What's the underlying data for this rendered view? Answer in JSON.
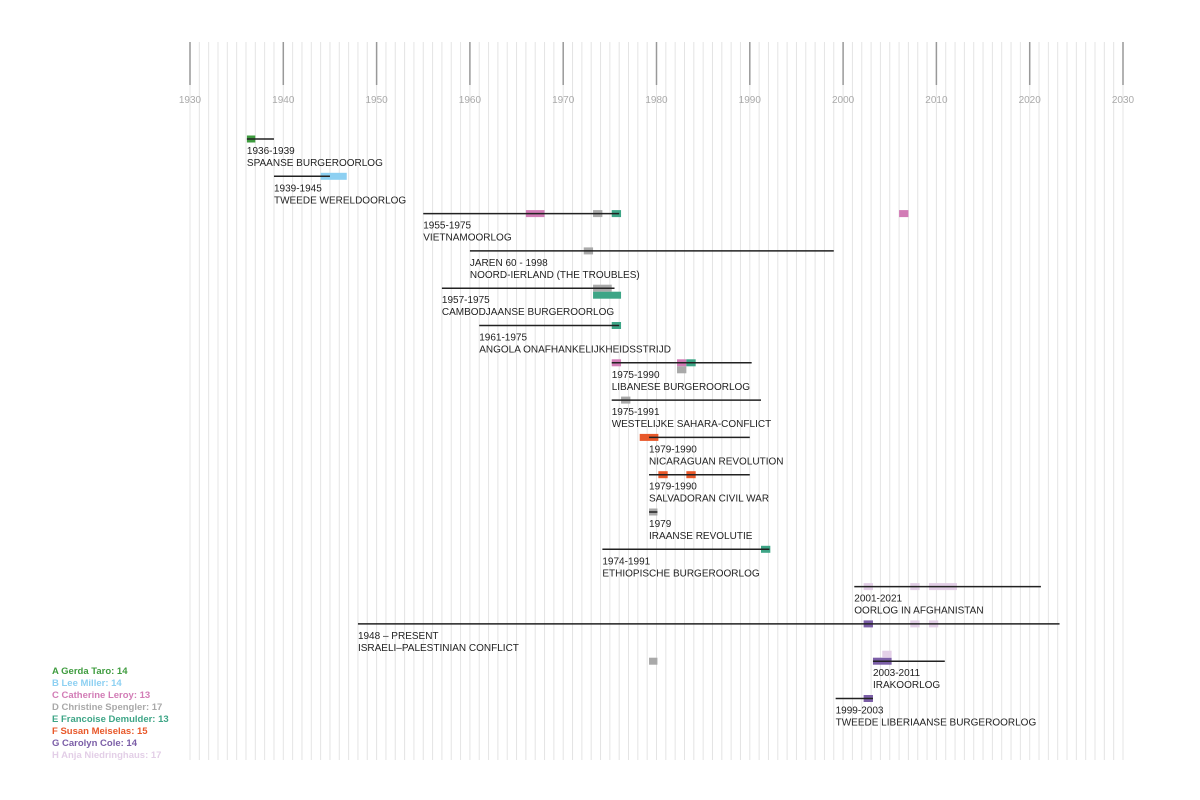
{
  "chart_data": {
    "type": "timeline",
    "xlim": [
      1930,
      2030
    ],
    "tick_labels": [
      "1930",
      "1940",
      "1950",
      "1960",
      "1970",
      "1980",
      "1990",
      "2000",
      "2010",
      "2020",
      "2030"
    ],
    "ticks": [
      1930,
      1940,
      1950,
      1960,
      1970,
      1980,
      1990,
      2000,
      2010,
      2020,
      2030
    ],
    "photographers": [
      {
        "key": "A",
        "label": "A Gerda Taro: 14",
        "color": "#3f9c3f"
      },
      {
        "key": "B",
        "label": "B Lee Miller: 14",
        "color": "#8dd0f2"
      },
      {
        "key": "C",
        "label": "C Catherine Leroy: 13",
        "color": "#d27cb6"
      },
      {
        "key": "D",
        "label": "D Christine Spengler: 17",
        "color": "#a9a9a9"
      },
      {
        "key": "E",
        "label": "E Francoise Demulder: 13",
        "color": "#3da586"
      },
      {
        "key": "F",
        "label": "F Susan Meiselas: 15",
        "color": "#e8582a"
      },
      {
        "key": "G",
        "label": "G Carolyn Cole: 14",
        "color": "#7b5ea7"
      },
      {
        "key": "H",
        "label": "H Anja Niedringhaus: 17",
        "color": "#e3cfe7"
      }
    ],
    "conflicts": [
      {
        "date": "1936-1939",
        "name": "SPAANSE BURGEROORLOG",
        "start": 1936.1,
        "end": 1939,
        "blocks": [
          [
            "A",
            1936.1,
            1937,
            0
          ]
        ]
      },
      {
        "date": "1939-1945",
        "name": "TWEEDE WERELDOORLOG",
        "start": 1939,
        "end": 1945,
        "blocks": [
          [
            "B",
            1944,
            1946.8,
            0
          ]
        ]
      },
      {
        "date": "1955-1975",
        "name": "VIETNAMOORLOG",
        "start": 1955,
        "end": 1976,
        "blocks": [
          [
            "C",
            1966,
            1968,
            0
          ],
          [
            "D",
            1973.2,
            1974.2,
            0
          ],
          [
            "E",
            1975.2,
            1976.2,
            0
          ],
          [
            "C",
            2006,
            2007,
            0
          ]
        ]
      },
      {
        "date": "JAREN 60 - 1998",
        "name": "NOORD-IERLAND  (THE TROUBLES)",
        "start": 1960,
        "end": 1999,
        "blocks": [
          [
            "D",
            1972.2,
            1973.2,
            0
          ]
        ]
      },
      {
        "date": "1957-1975",
        "name": "CAMBODJAANSE BURGEROORLOG",
        "start": 1957,
        "end": 1975.5,
        "blocks": [
          [
            "D",
            1973.2,
            1975.2,
            0
          ],
          [
            "E",
            1973.2,
            1976.2,
            1
          ]
        ]
      },
      {
        "date": "1961-1975",
        "name": "ANGOLA ONAFHANKELIJKHEIDSSTRIJD",
        "start": 1961,
        "end": 1976,
        "blocks": [
          [
            "E",
            1975.2,
            1976.2,
            0
          ]
        ]
      },
      {
        "date": "1975-1990",
        "name": "LIBANESE BURGEROORLOG",
        "start": 1975.2,
        "end": 1990.2,
        "blocks": [
          [
            "C",
            1975.2,
            1976.2,
            0
          ],
          [
            "C",
            1982.2,
            1983.2,
            0
          ],
          [
            "E",
            1983.2,
            1984.2,
            0
          ],
          [
            "D",
            1982.2,
            1983.2,
            1
          ]
        ]
      },
      {
        "date": "1975-1991",
        "name": "WESTELIJKE SAHARA-CONFLICT",
        "start": 1975.2,
        "end": 1991.2,
        "blocks": [
          [
            "D",
            1976.2,
            1977.2,
            0
          ]
        ]
      },
      {
        "date": "1979-1990",
        "name": "NICARAGUAN REVOLUTION",
        "start": 1979.2,
        "end": 1990,
        "blocks": [
          [
            "F",
            1978.2,
            1980.2,
            0
          ]
        ]
      },
      {
        "date": "1979-1990",
        "name": "SALVADORAN CIVIL WAR",
        "start": 1979.2,
        "end": 1990,
        "blocks": [
          [
            "F",
            1980.2,
            1981.2,
            0
          ],
          [
            "F",
            1983.2,
            1984.2,
            0
          ]
        ]
      },
      {
        "date": "1979",
        "name": "IRAANSE REVOLUTIE",
        "start": 1979.2,
        "end": 1980.1,
        "blocks": [
          [
            "D",
            1979.2,
            1980.1,
            0
          ]
        ]
      },
      {
        "date": "1974-1991",
        "name": "ETHIOPISCHE BURGEROORLOG",
        "start": 1974.2,
        "end": 1992.1,
        "blocks": [
          [
            "E",
            1991.2,
            1992.2,
            0
          ]
        ]
      },
      {
        "date": "2001-2021",
        "name": "OORLOG IN AFGHANISTAN",
        "start": 2001.2,
        "end": 2021.2,
        "blocks": [
          [
            "H",
            2002.2,
            2003.2,
            0
          ],
          [
            "H",
            2007.2,
            2008.2,
            0
          ],
          [
            "H",
            2009.2,
            2012.2,
            0
          ]
        ]
      },
      {
        "date": "1948 – PRESENT",
        "name": "ISRAELI–PALESTINIAN CONFLICT",
        "start": 1948,
        "end": 2023.2,
        "blocks": [
          [
            "G",
            2002.2,
            2003.2,
            0
          ],
          [
            "H",
            2007.2,
            2008.2,
            0
          ],
          [
            "H",
            2009.2,
            2010.2,
            0
          ]
        ]
      },
      {
        "date": "2003-2011",
        "name": "IRAKOORLOG",
        "start": 2003.2,
        "end": 2010.9,
        "blocks": [
          [
            "G",
            2003.2,
            2005.2,
            0
          ],
          [
            "H",
            2004.2,
            2005.2,
            -1
          ],
          [
            "D",
            1979.2,
            1980.1,
            0
          ]
        ]
      },
      {
        "date": "1999-2003",
        "name": "TWEEDE LIBERIAANSE BURGEROORLOG",
        "start": 1999.2,
        "end": 2003.2,
        "blocks": [
          [
            "G",
            2002.2,
            2003.2,
            0
          ]
        ]
      }
    ]
  }
}
